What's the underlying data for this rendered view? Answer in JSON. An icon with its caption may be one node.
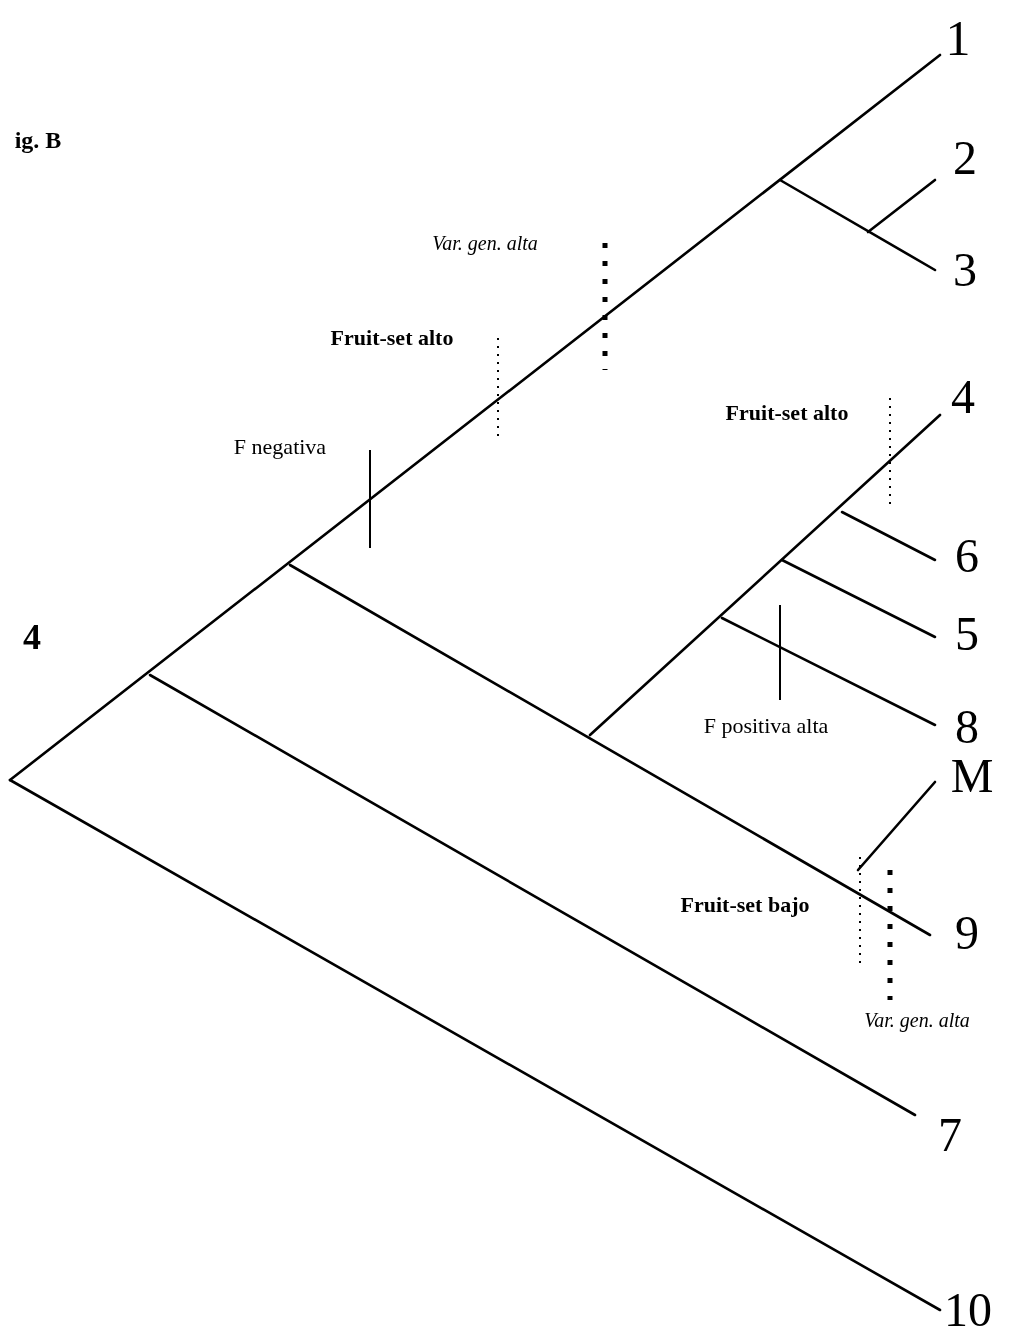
{
  "diagram": {
    "title": "ig. B",
    "labels": [
      "1",
      "2",
      "Var. gen. alta",
      "3",
      "Fruit-set alto",
      "4",
      "Fruit-set alto",
      "F negativa",
      "6",
      "5",
      "4",
      "F positiva alta",
      "8",
      "M",
      "Fruit-set bajo",
      "9",
      "Var. gen. alta",
      "7",
      "10"
    ]
  }
}
